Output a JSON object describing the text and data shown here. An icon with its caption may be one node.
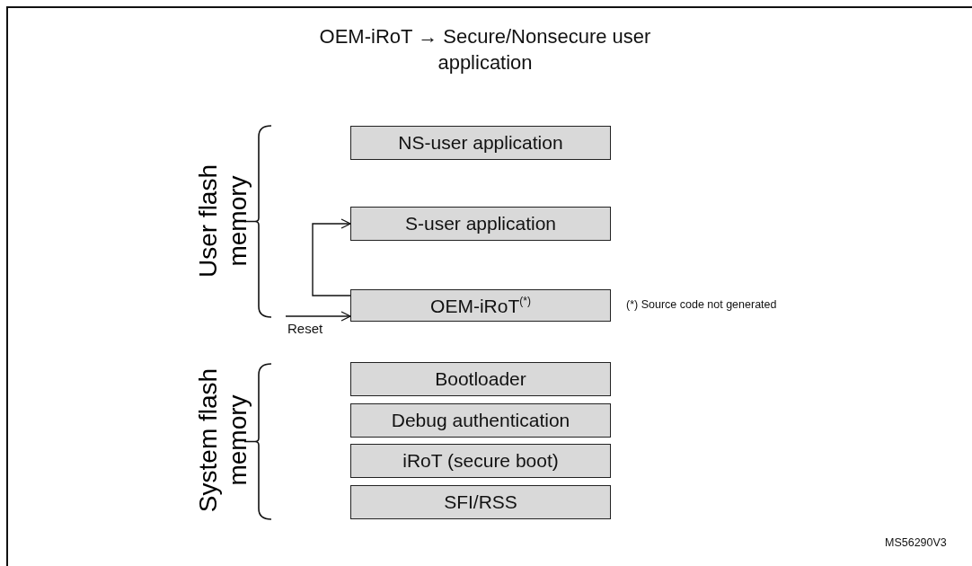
{
  "diagram": {
    "title": "OEM-iRoT → Secure/Nonsecure user application",
    "nodes": [
      {
        "text": [
          "NS-user application"
        ]
      },
      {
        "text": [
          "S-user application"
        ]
      },
      {
        "text": [
          "OEM-iRoT$^{(*)}$"
        ]
      },
      {
        "text": [
          "Bootloader"
        ]
      },
      {
        "text": [
          "Debug authentication"
        ]
      },
      {
        "text": [
          "iRoT (secure boot)"
        ]
      },
      {
        "text": [
          "SFI/RSS"
        ]
      }
    ],
    "edges": [
      {
        "from": 2,
        "to": 1,
        "arrow": "to"
      },
      {
        "from": null,
        "to": 2,
        "arrow": "to",
        "label": "Reset"
      }
    ],
    "labels": [
      "User flash memory",
      "System flash memory",
      "(*) Source code not generated",
      "MS56290V3"
    ]
  }
}
